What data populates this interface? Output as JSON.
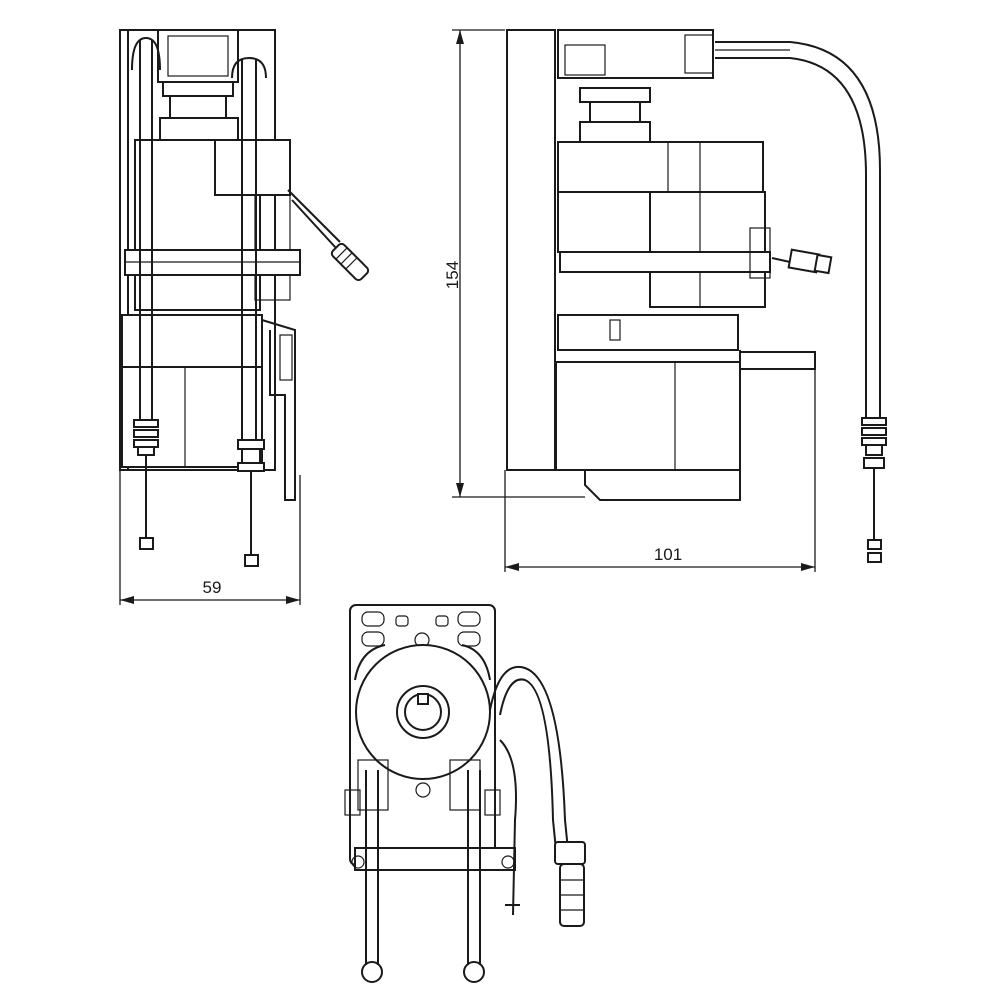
{
  "dimensions": {
    "front_width": "59",
    "side_height": "154",
    "side_width": "101"
  },
  "colors": {
    "line": "#1a1a1a",
    "background": "#ffffff"
  }
}
